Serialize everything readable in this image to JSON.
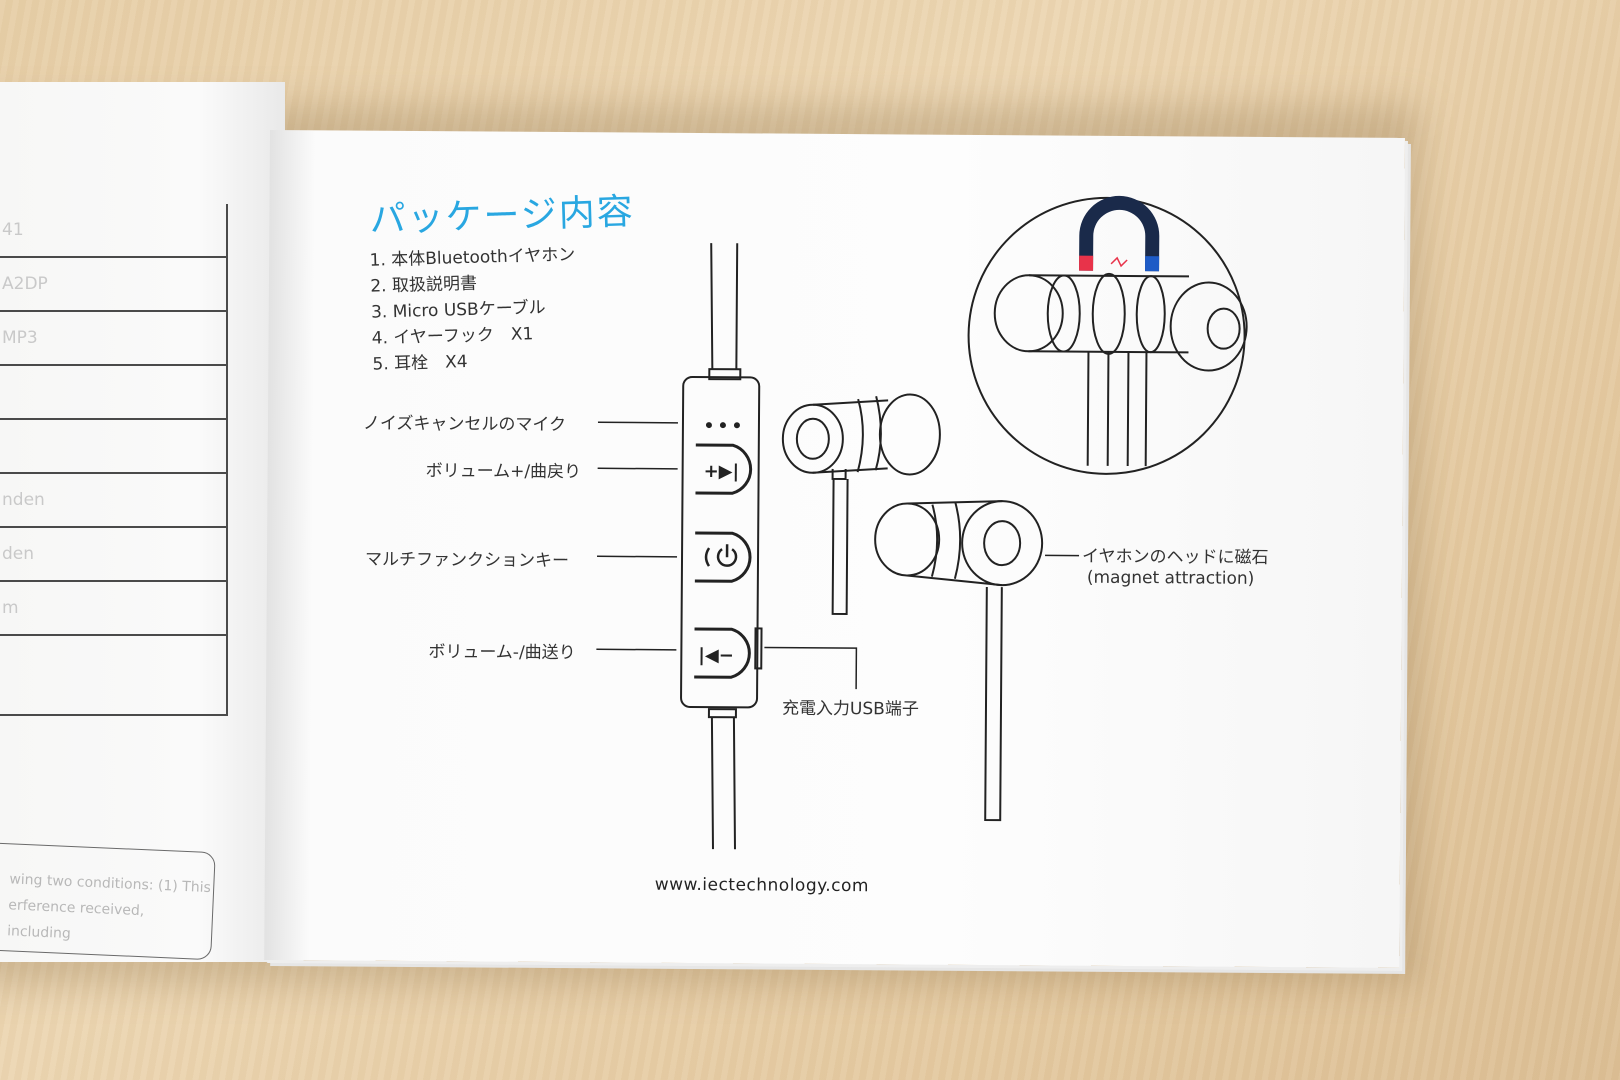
{
  "left_page": {
    "rows": [
      "41",
      "A2DP",
      "MP3",
      "",
      "",
      "nden",
      "den",
      "m",
      ""
    ],
    "note_lines": [
      "wing two conditions: (1) This",
      "erference received, including"
    ]
  },
  "package": {
    "title": "パッケージ内容",
    "items": [
      "1. 本体Bluetoothイヤホン",
      "2. 取扱説明書",
      "3. Micro USBケーブル",
      "4. イヤーフック　X1",
      "5. 耳栓　X4"
    ]
  },
  "callouts": {
    "mic": "ノイズキャンセルのマイク",
    "vol_up": "ボリューム+/曲戻り",
    "multi": "マルチファンクションキー",
    "vol_down": "ボリューム-/曲送り",
    "usb": "充電入力USB端子",
    "magnet_jp": "イヤホンのヘッドに磁石",
    "magnet_en": "(magnet attraction)"
  },
  "footer": {
    "url": "www.iectechnology.com"
  },
  "icons": [
    "magnet-icon",
    "plus-next-icon",
    "call-power-icon",
    "prev-minus-icon",
    "microphone-dots-icon"
  ],
  "colors": {
    "title_blue": "#29a7e1",
    "magnet_red": "#e8334a",
    "magnet_blue": "#1e5bc6"
  }
}
